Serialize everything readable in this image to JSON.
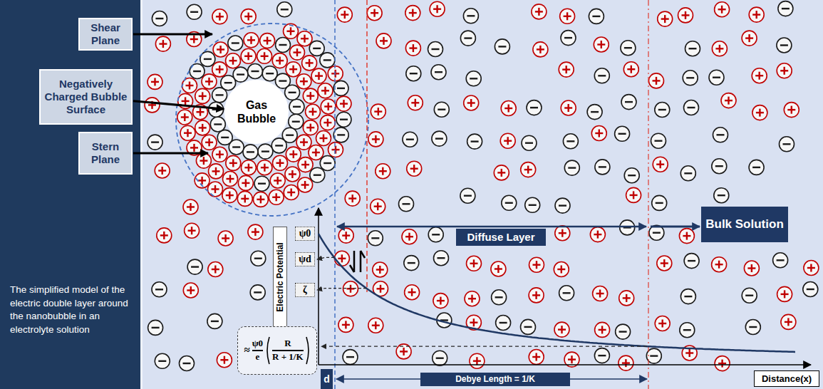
{
  "diagram": {
    "caption": "The simplified model of the electric double layer around the nanobubble in an electrolyte solution",
    "nodes": [
      {
        "text": [
          "Shear Plane"
        ]
      },
      {
        "text": [
          "Negatively Charged Bubble Surface"
        ]
      },
      {
        "text": [
          "Stern Plane"
        ]
      },
      {
        "text": [
          "Gas Bubble"
        ]
      },
      {
        "text": [
          "Electric Potential"
        ]
      },
      {
        "text": [
          "ψ0"
        ]
      },
      {
        "text": [
          "ψd"
        ]
      },
      {
        "text": [
          "ζ"
        ]
      },
      {
        "text": [
          "≈",
          "ψ0",
          "e",
          "R",
          "R + 1/K"
        ]
      },
      {
        "text": [
          "d"
        ]
      },
      {
        "text": [
          "Diffuse Layer"
        ]
      },
      {
        "text": [
          "Bulk Solution"
        ]
      },
      {
        "text": [
          "Debye Length = 1/K"
        ]
      },
      {
        "text": [
          "Distance(x)"
        ]
      }
    ],
    "edges": [
      {
        "from": 1,
        "to": 3,
        "arrow": "to"
      }
    ]
  }
}
